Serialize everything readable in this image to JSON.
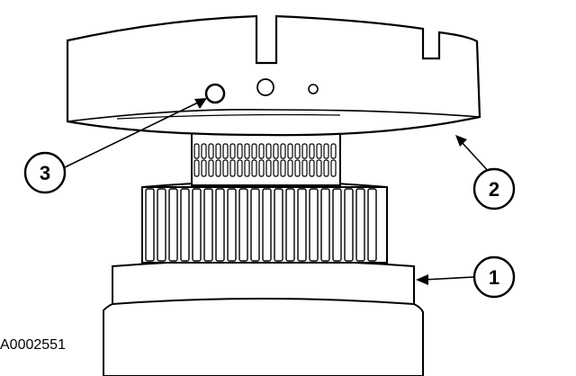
{
  "figure": {
    "code": "A0002551",
    "callouts": [
      {
        "id": "1",
        "label": "1",
        "target": "lower-housing"
      },
      {
        "id": "2",
        "label": "2",
        "target": "upper-drum"
      },
      {
        "id": "3",
        "label": "3",
        "target": "drum-hole"
      }
    ],
    "colors": {
      "line": "#000000",
      "fill": "#ffffff"
    }
  }
}
